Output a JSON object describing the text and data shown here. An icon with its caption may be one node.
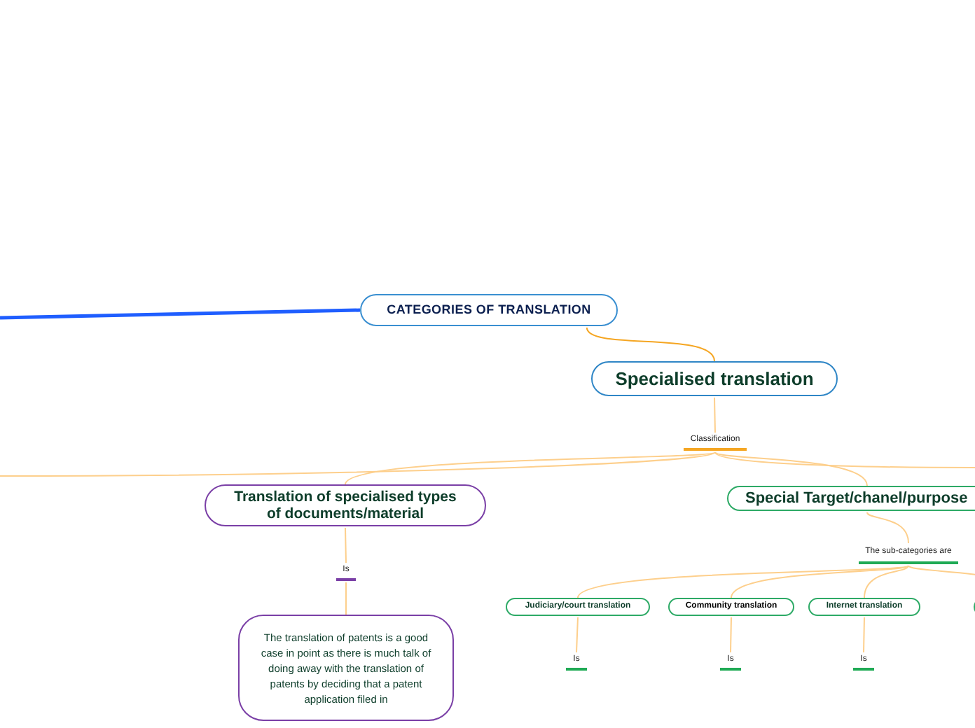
{
  "diagram": {
    "nodes": [
      {
        "text": [
          "CATEGORIES OF TRANSLATION"
        ]
      },
      {
        "text": [
          "Specialised translation"
        ]
      },
      {
        "text": [
          "Classification"
        ]
      },
      {
        "text": [
          "Translation of specialised types of documents/material"
        ]
      },
      {
        "text": [
          "Is"
        ]
      },
      {
        "text": [
          "The translation of patents is a good case in point as there is much talk of doing away with the translation of patents by deciding that a patent application filed in"
        ]
      },
      {
        "text": [
          "Special Target/chanel/purpose"
        ]
      },
      {
        "text": [
          "The sub-categories are"
        ]
      },
      {
        "text": [
          "Judiciary/court translation"
        ]
      },
      {
        "text": [
          "Community translation"
        ]
      },
      {
        "text": [
          "Internet translation"
        ]
      },
      {
        "text": [],
        "shape": "box"
      },
      {
        "text": [
          "Is"
        ]
      },
      {
        "text": [
          "Is"
        ]
      },
      {
        "text": [
          "Is"
        ]
      }
    ],
    "edges": [
      {
        "from": 0,
        "to": null,
        "arrow": "none",
        "style": "thick",
        "color": "#1f5eff"
      },
      {
        "from": 0,
        "to": 1,
        "arrow": "none",
        "color": "#f5a623"
      },
      {
        "from": 1,
        "to": 2,
        "arrow": "none"
      },
      {
        "from": 2,
        "to": null,
        "arrow": "none"
      },
      {
        "from": 2,
        "to": 3,
        "arrow": "none"
      },
      {
        "from": 2,
        "to": 6,
        "arrow": "none"
      },
      {
        "from": 2,
        "to": null,
        "arrow": "none"
      },
      {
        "from": 3,
        "to": 4,
        "arrow": "none"
      },
      {
        "from": 4,
        "to": 5,
        "arrow": "none"
      },
      {
        "from": 6,
        "to": 7,
        "arrow": "none"
      },
      {
        "from": 7,
        "to": 8,
        "arrow": "none"
      },
      {
        "from": 7,
        "to": 9,
        "arrow": "none"
      },
      {
        "from": 7,
        "to": 10,
        "arrow": "none"
      },
      {
        "from": 7,
        "to": 11,
        "arrow": "none"
      },
      {
        "from": 8,
        "to": 12,
        "arrow": "none"
      },
      {
        "from": 9,
        "to": 13,
        "arrow": "none"
      },
      {
        "from": 10,
        "to": 14,
        "arrow": "none"
      }
    ]
  }
}
